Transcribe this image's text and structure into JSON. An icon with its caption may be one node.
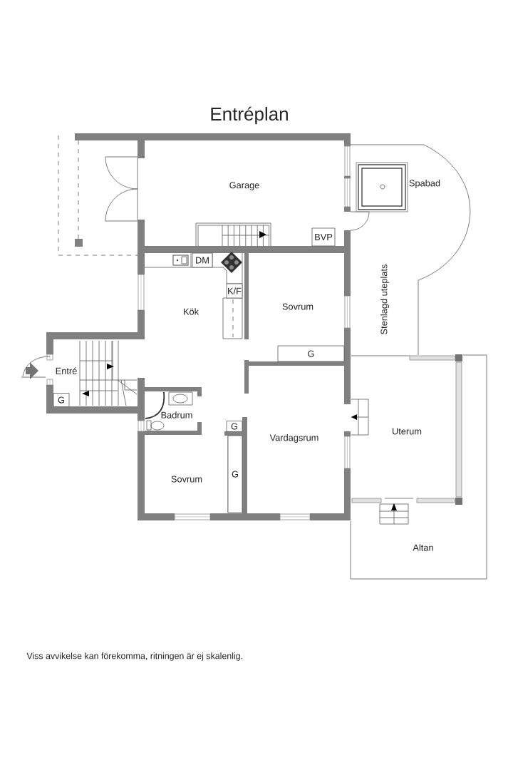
{
  "diagram": {
    "title": "Entréplan",
    "caption": "Viss avvikelse kan förekomma, ritningen är ej skalenlig.",
    "labels": [
      "Garage",
      "Spabad",
      "BVP",
      "DM",
      "K/F",
      "Sovrum",
      "Kök",
      "Stenlagd uteplats",
      "G",
      "Entré",
      "G",
      "Badrum",
      "G",
      "Uterum",
      "Vardagsrum",
      "Sovrum",
      "G",
      "Altan"
    ]
  }
}
